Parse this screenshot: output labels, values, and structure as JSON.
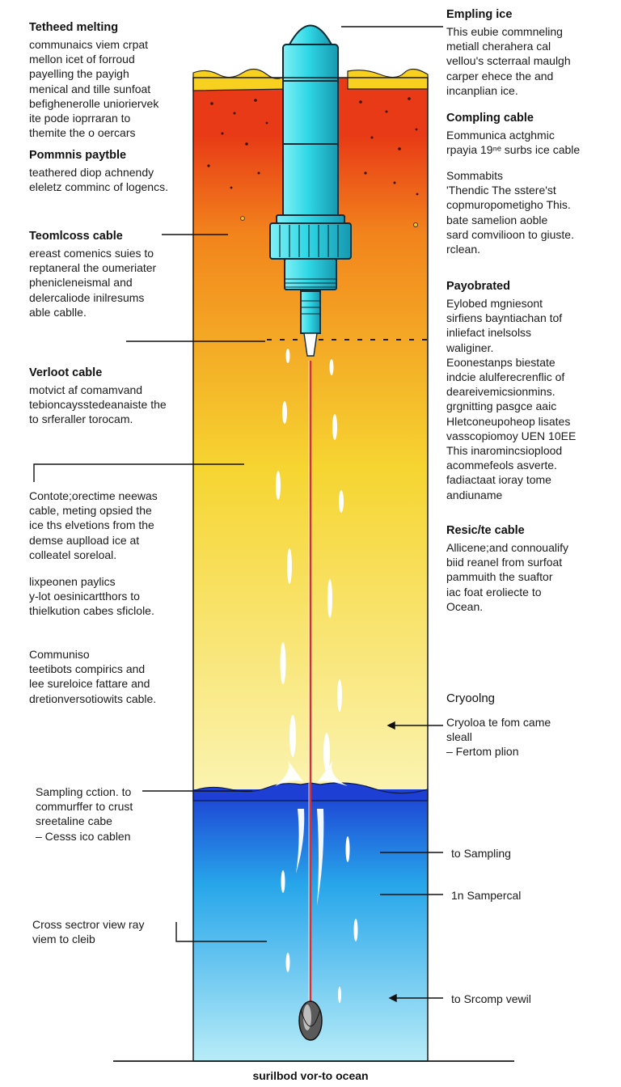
{
  "caption": "surilbod vor-to ocean",
  "colors": {
    "crust_top": "#f7d020",
    "ice_red": "#e83a16",
    "ice_orange": "#f2841c",
    "ice_yellow": "#f6d531",
    "ice_pale": "#fbf3b0",
    "ocean_dark": "#1d3fd4",
    "ocean_mid": "#27a6ea",
    "ocean_light": "#b8ecf8",
    "probe": "#2fd8e6",
    "probe_outline": "#0a2a33",
    "cable": "#d63030"
  },
  "left_labels": [
    {
      "title": "Tetheed melting",
      "body": "communaics viem crpat\nmellon icet of forroud\npayelling the payigh\nmenical and tille sunfoat\nbefighenerolle unioriervek\nite pode ioprraran to\nthemite the o oercars"
    },
    {
      "title": "Pommnis paytble",
      "body": "teathered diop achnendy\neleletz comminc of logencs."
    },
    {
      "title": "Teomlcoss cable",
      "body": "ereast comenics suies to\nreptaneral the oumeriater\nphenicleneismal and\ndelercaliode inilresums\nable cablle."
    },
    {
      "title": "Verloot cable",
      "body": "motvict af comamvand\ntebioncaysstedeanaiste the\nto srferaller torocam."
    },
    {
      "title": "",
      "body": "Contote;orectime neewas\ncable, meting opsied the\nice ths elvetions from the\ndemse auplload ice at\ncolleatel soreloal."
    },
    {
      "title": "",
      "body": "lixpeonen paylics\ny-lot oesinicartthors to\nthielkution cabes sficlole."
    },
    {
      "title": "",
      "body": "Communiso\nteetibots compirics and\nlee sureloice fattare and\ndretionversotiowits cable."
    },
    {
      "title": "",
      "body": "Sampling cction. to\ncommurffer to crust\nsreetaline cabe\n– Cesss ico cablen"
    },
    {
      "title": "",
      "body": "Cross sectror view ray\nviem to cleib"
    }
  ],
  "right_labels": [
    {
      "title": "Empling ice",
      "body": "This eubie commneling\nmetiall cherahera cal\nvellou's scterraal maulgh\ncarper ehece the and\nincanplian ice."
    },
    {
      "title": "Compling cable",
      "body": "Eommunica actghmic\nrpayia 19ⁿᵉ surbs ice cable"
    },
    {
      "title": "",
      "body": "Sommabits\n'Thendic The sstere'st\ncopmuropometigho This.\nbate samelion aoble\nsard comvilioon to giuste.\nrclean."
    },
    {
      "title": "Payobrated",
      "body": "Eylobed mgniesont\nsirfiens bayntiachan tof\ninliefact inelsolss\nwaliginer.\nEoonestanps biestate\nindcie alulferecrenflic of\ndeareivemicsionmins.\ngrgnitting pasgce aaic\nHletconeupoheop lisates\nvasscopiomoy UEN 10EE\nThis inaromincsioplood\nacommefeols asverte.\nfadiactaat ioray tome\nandiuname"
    },
    {
      "title": "Resic/te cable",
      "body": "Allicene;and connoualify\nbiid reanel from surfoat\npammuith the suaftor\niac foat eroliecte to\nOcean."
    },
    {
      "title": "Cryoolng",
      "body": "Cryoloa te fom came\nsleall\n– Fertom plion"
    },
    {
      "title": "",
      "body": "to Sampling"
    },
    {
      "title": "",
      "body": "1n Sampercal"
    },
    {
      "title": "",
      "body": "to Srcomp vewil"
    }
  ]
}
